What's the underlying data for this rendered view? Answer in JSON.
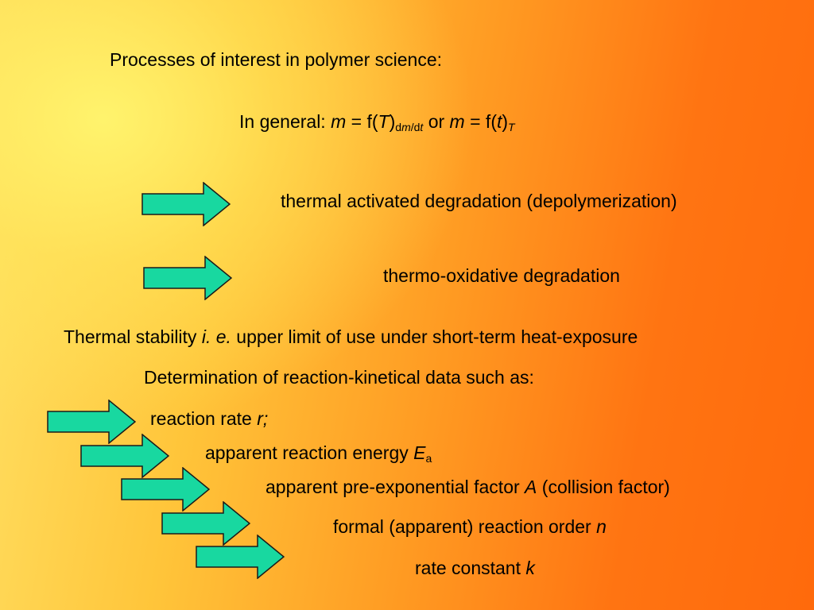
{
  "heading": "Processes of interest in polymer science:",
  "general": {
    "prefix": "In general: ",
    "m1": "m",
    "eq1": " = f(",
    "T1": "T",
    "close1": ")",
    "sub1_d1": "d",
    "sub1_m": "m",
    "sub1_slash": "/d",
    "sub1_t": "t",
    "or": " or ",
    "m2": "m",
    "eq2": " = f(",
    "t2": "t",
    "close2": ")",
    "sub2_T": "T"
  },
  "process_items": [
    "thermal activated degradation (depolymerization)",
    "thermo-oxidative degradation"
  ],
  "stability": {
    "before": "Thermal stability ",
    "italic": "i. e.",
    "after": " upper limit of use under short-term heat-exposure"
  },
  "determination": "Determination of reaction-kinetical data such as:",
  "kinetic_items": {
    "rate": {
      "text": "reaction rate ",
      "var": "r",
      "suffix": ";"
    },
    "energy": {
      "text": "apparent reaction energy ",
      "var": "E",
      "sub": "a"
    },
    "factor": {
      "text": "apparent pre-exponential factor ",
      "var": "A",
      "suffix": " (collision factor)"
    },
    "order": {
      "text": "formal (apparent) reaction order ",
      "var": "n"
    },
    "constant": {
      "text": "rate constant ",
      "var": "k"
    }
  },
  "colors": {
    "arrow_fill": "#18d8a0",
    "arrow_stroke": "#1a1a1a",
    "bg_left": "#ffe266",
    "bg_right": "#ff6a0c"
  }
}
